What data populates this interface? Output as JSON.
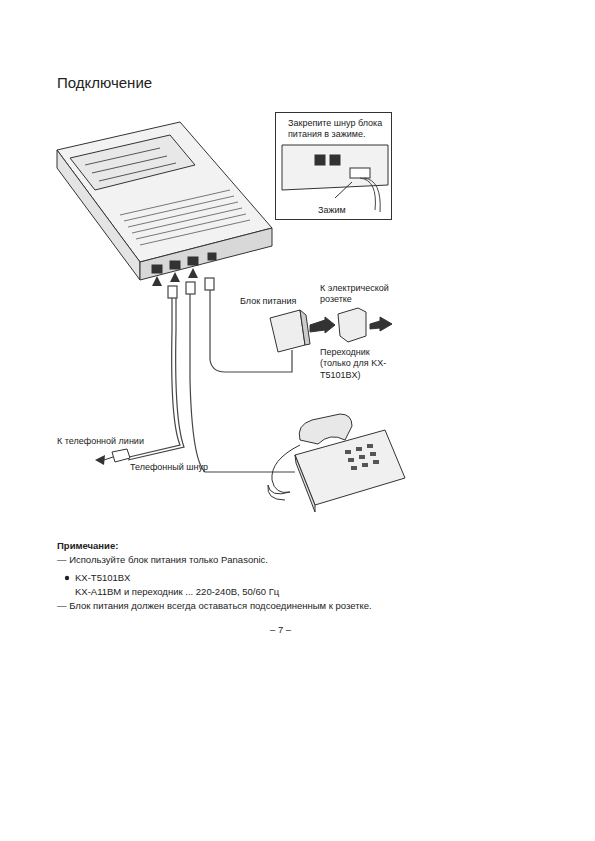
{
  "diagram": {
    "title": "Подключение",
    "nodes": [
      {
        "text": [
          "Закрепите шнур блока питания в зажиме.",
          "Зажим"
        ]
      }
    ],
    "labels": [
      "Блок питания",
      "К электрической розетке",
      "Переходник (только для KX-T5101BX)",
      "К телефонной линии",
      "Телефонный шнур",
      "Примечание:",
      "— Используйте блок питания только Panasonic.",
      "KX-T5101BX",
      "KX-A11BM  и переходник ... 220-240В, 50/60 Гц",
      "— Блок питания должен всегда оставаться подсоединенным к розетке.",
      "– 7 –"
    ]
  }
}
